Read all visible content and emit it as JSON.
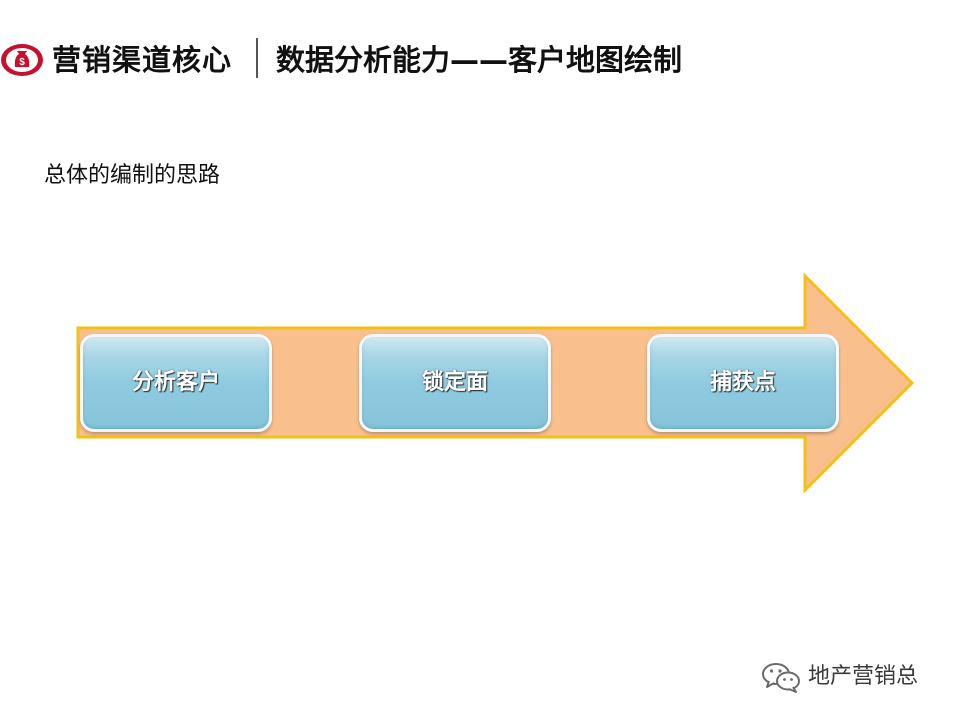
{
  "header": {
    "section_title": "营销渠道核心",
    "page_title": "数据分析能力——客户地图绘制",
    "logo_icon": "money-bag-icon",
    "logo_symbol": "$"
  },
  "subtitle": "总体的编制的思路",
  "flow": {
    "arrow_fill": "#f9c08e",
    "arrow_stroke": "#f5c016",
    "steps": [
      {
        "label": "分析客户"
      },
      {
        "label": "锁定面"
      },
      {
        "label": "捕获点"
      }
    ]
  },
  "watermark": {
    "icon": "wechat-icon",
    "text": "地产营销总"
  },
  "colors": {
    "logo_red": "#c8102e",
    "step_blue": "#8fcbe0"
  }
}
